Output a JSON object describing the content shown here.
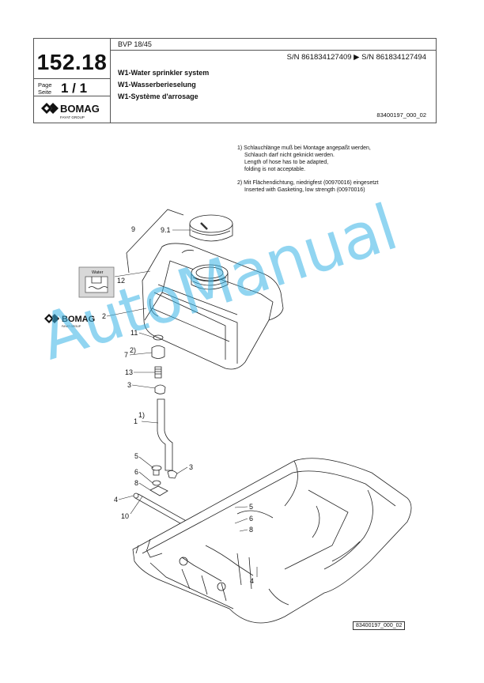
{
  "header": {
    "model": "BVP 18/45",
    "serial_range": "S/N 861834127409  ▶  S/N 861834127494",
    "page_number": "152.18",
    "page_label_de": "Page",
    "page_label_en": "Seite",
    "page_value": "1 / 1",
    "brand": "BOMAG",
    "brand_sub": "FAYAT GROUP",
    "title_en": "W1-Water sprinkler system",
    "title_de": "W1-Wasserberieselung",
    "title_fr": "W1-Système d'arrosage",
    "doc_ref": "83400197_000_02"
  },
  "notes": {
    "note1_line1": "1) Schlauchlänge muß bei Montage angepaßt werden,",
    "note1_line2": "Schlauch darf nicht geknickt werden.",
    "note1_line3": "Length of  hose has to be adapted,",
    "note1_line4": "folding is not acceptable.",
    "note2_line1": "2) Mit Flächendichtung, niedrigfest (00970016) eingesetzt",
    "note2_line2": "Inserted with Gasketing, low strength (00970016)"
  },
  "drawing": {
    "decal_label": "Water",
    "brand_on_tank": "BOMAG",
    "brand_on_tank_sub": "FAYAT GROUP",
    "callouts": {
      "c9": "9",
      "c9_1": "9.1",
      "c12": "12",
      "c2": "2",
      "c11": "11",
      "c7": "7",
      "c7_sup": "2)",
      "c13": "13",
      "c3a": "3",
      "c1": "1",
      "c1_sup": "1)",
      "c5a": "5",
      "c6a": "6",
      "c8a": "8",
      "c3b": "3",
      "c4a": "4",
      "c10": "10",
      "c5b": "5",
      "c6b": "6",
      "c8b": "8",
      "c4b": "4"
    }
  },
  "footer": {
    "doc_ref": "83400197_000_02"
  },
  "watermark": "AutoManual"
}
